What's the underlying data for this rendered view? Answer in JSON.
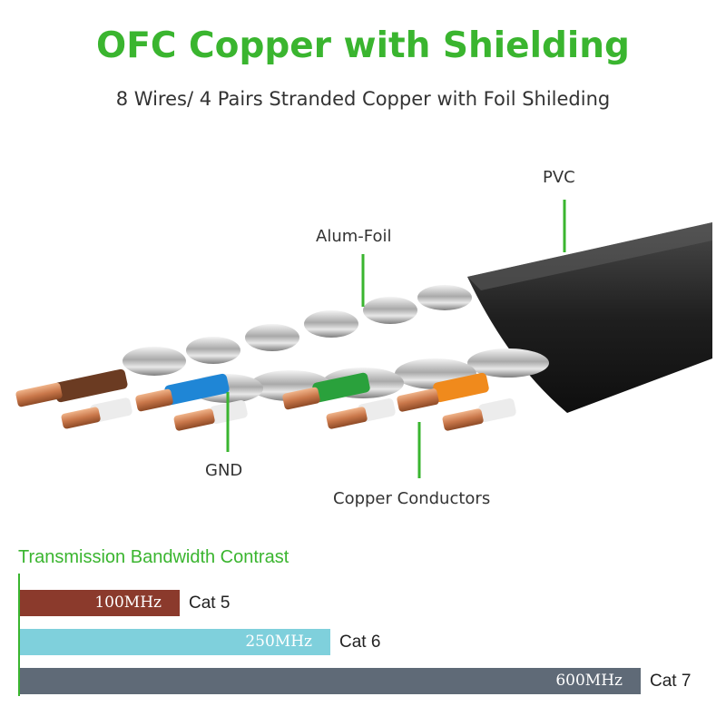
{
  "header": {
    "title": "OFC Copper with Shielding",
    "subtitle": "8 Wires/ 4 Pairs Stranded Copper with Foil Shileding"
  },
  "callouts": {
    "pvc": "PVC",
    "alum_foil": "Alum-Foil",
    "gnd": "GND",
    "copper_conductors": "Copper Conductors"
  },
  "colors": {
    "accent_green": "#3ab52f",
    "cat5": "#8b3a2c",
    "cat6": "#7fd0dc",
    "cat7": "#5f6a77"
  },
  "bandwidth": {
    "title": "Transmission Bandwidth Contrast",
    "bars": [
      {
        "value_label": "100MHz",
        "category": "Cat 5",
        "mhz": 100,
        "color": "#8b3a2c"
      },
      {
        "value_label": "250MHz",
        "category": "Cat 6",
        "mhz": 250,
        "color": "#7fd0dc"
      },
      {
        "value_label": "600MHz",
        "category": "Cat 7",
        "mhz": 600,
        "color": "#5f6a77"
      }
    ]
  }
}
